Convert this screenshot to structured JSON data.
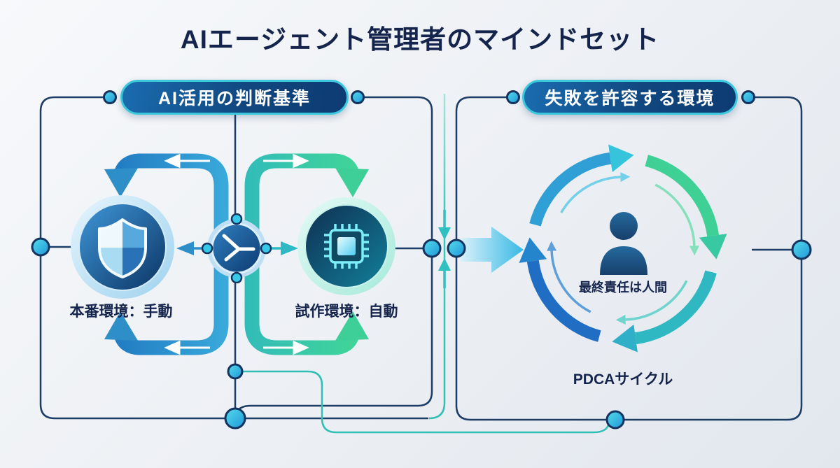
{
  "title": "AIエージェント管理者のマインドセット",
  "left_section": {
    "header": "AI活用の判断基準",
    "production_label": "本番環境：手動",
    "prototype_label": "試作環境：自動",
    "production_icon": "shield-icon",
    "prototype_icon": "chip-icon",
    "branch_icon": "branch-icon"
  },
  "right_section": {
    "header": "失敗を許容する環境",
    "center_label": "最終責任は人間",
    "cycle_label": "PDCAサイクル",
    "center_icon": "person-icon"
  },
  "colors": {
    "background": "#eef1f5",
    "title_text": "#15244c",
    "pill_background_start": "#1a6cb0",
    "pill_background_end": "#0d3a72",
    "pill_border": "#3cc8dc",
    "pill_text": "#ffffff",
    "wire_navy": "#1c3d66",
    "wire_teal": "#2fbfb4",
    "node_fill": "#35c0e0",
    "arrow_blue": "#2e8ec8",
    "arrow_green": "#3ecf98",
    "big_arrow_cyan": "#2fb6e4",
    "cycle_blue": "#1f6ec4",
    "cycle_cyan": "#2f9fd6",
    "cycle_green": "#3fd096",
    "cycle_teal": "#2fb8c2",
    "icon_navy": "#0d3a6e",
    "person_blue": "#1d5586"
  }
}
